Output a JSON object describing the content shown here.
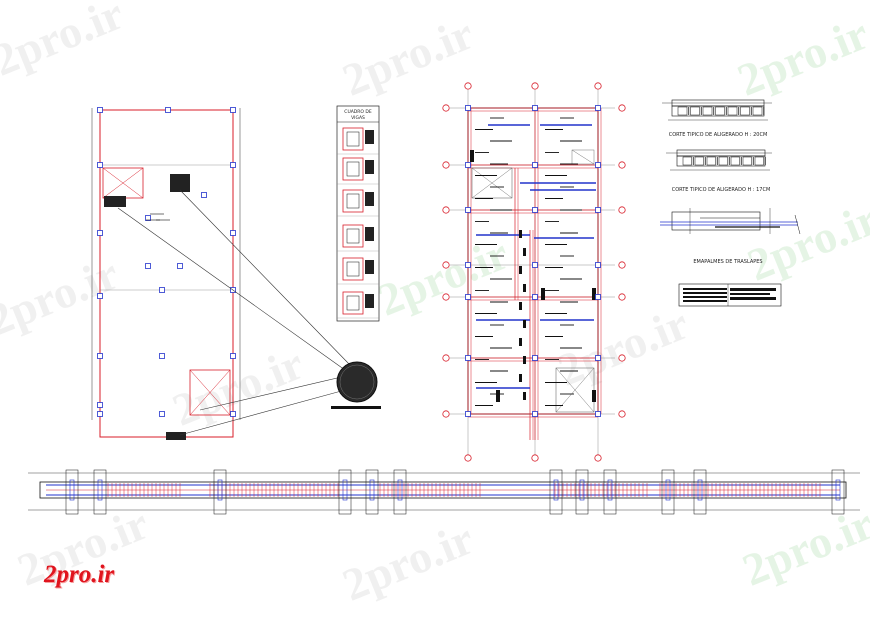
{
  "brand": {
    "logo_text": "2pro.ir",
    "accent": "#e0141e"
  },
  "watermark_text": "2pro.ir",
  "schedule": {
    "title_line1": "CUADRO DE",
    "title_line2": "VIGAS"
  },
  "sections": {
    "label_1": "CORTE TIPICO DE ALIGERADO H : 20CM",
    "label_2": "CORTE TIPICO DE ALIGERADO H : 17CM",
    "label_3": "EMAPALMES DE TRASLAPES"
  },
  "colors": {
    "red": "#d81e2a",
    "blue": "#2233cc",
    "black": "#111111",
    "grid_bubble": "#d81e2a"
  }
}
